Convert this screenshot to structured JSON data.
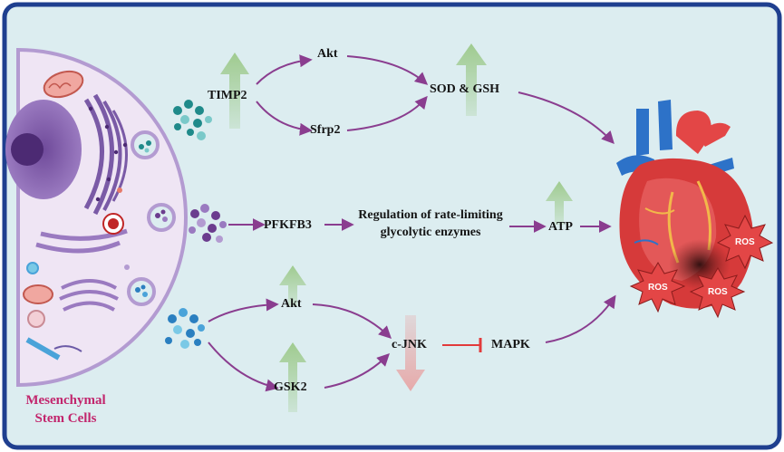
{
  "colors": {
    "background": "#dcedf0",
    "frame_border": "#1f3f8f",
    "arrow": "#8a3d8f",
    "up_arrow": "#9cc98a",
    "down_arrow": "#e7a6a6",
    "inhibit": "#e23b3b",
    "cell_label": "#c2266d"
  },
  "cell": {
    "label_line1": "Mesenchymal",
    "label_line2": "Stem Cells"
  },
  "labels": {
    "timp2": "TIMP2",
    "akt_top": "Akt",
    "sfrp2": "Sfrp2",
    "sod_gsh": "SOD & GSH",
    "pfkfb3": "PFKFB3",
    "regulation_line1": "Regulation of rate-limiting",
    "regulation_line2": "glycolytic enzymes",
    "atp": "ATP",
    "akt_bottom": "Akt",
    "gsk2": "GSK2",
    "cjnk": "c-JNK",
    "mapk": "MAPK"
  },
  "ros": [
    "ROS",
    "ROS",
    "ROS"
  ]
}
